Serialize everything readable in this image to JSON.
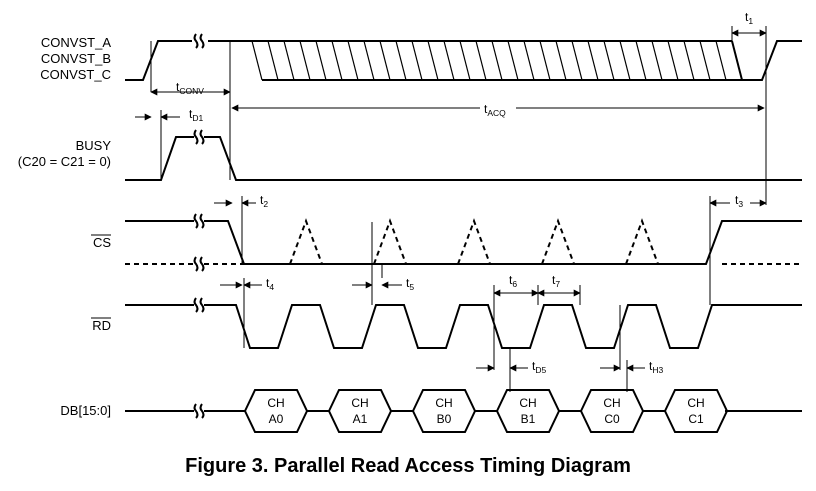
{
  "signals": {
    "convst": [
      "CONVST_A",
      "CONVST_B",
      "CONVST_C"
    ],
    "busy": "BUSY",
    "busy_note": "(C20 = C21 = 0)",
    "cs": "CS",
    "rd": "RD",
    "db": "DB[15:0]"
  },
  "timing_labels": {
    "t1": {
      "main": "t",
      "sub": "1"
    },
    "tconv": {
      "main": "t",
      "sub": "CONV"
    },
    "td1": {
      "main": "t",
      "sub": "D1"
    },
    "tacq": {
      "main": "t",
      "sub": "ACQ"
    },
    "t2": {
      "main": "t",
      "sub": "2"
    },
    "t3": {
      "main": "t",
      "sub": "3"
    },
    "t4": {
      "main": "t",
      "sub": "4"
    },
    "t5": {
      "main": "t",
      "sub": "5"
    },
    "t6": {
      "main": "t",
      "sub": "6"
    },
    "t7": {
      "main": "t",
      "sub": "7"
    },
    "td5": {
      "main": "t",
      "sub": "D5"
    },
    "th3": {
      "main": "t",
      "sub": "H3"
    }
  },
  "data_cells": [
    {
      "line1": "CH",
      "line2": "A0"
    },
    {
      "line1": "CH",
      "line2": "A1"
    },
    {
      "line1": "CH",
      "line2": "B0"
    },
    {
      "line1": "CH",
      "line2": "B1"
    },
    {
      "line1": "CH",
      "line2": "C0"
    },
    {
      "line1": "CH",
      "line2": "C1"
    }
  ],
  "caption": "Figure 3.  Parallel Read Access Timing Diagram"
}
